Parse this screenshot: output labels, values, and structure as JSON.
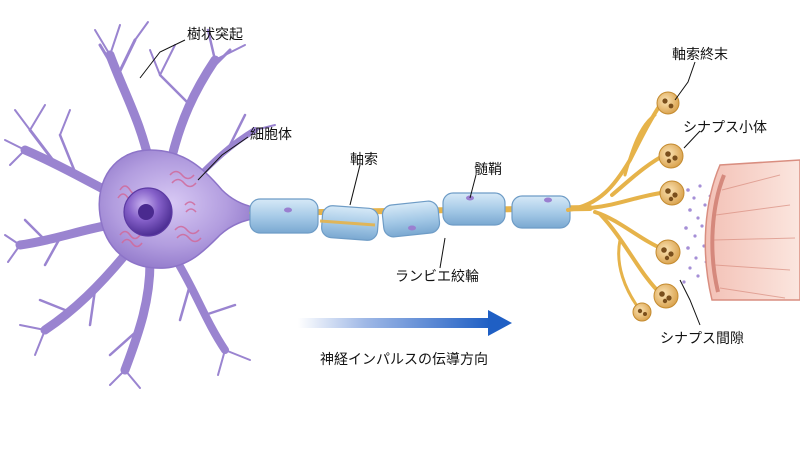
{
  "labels": {
    "dendrite": "樹状突起",
    "soma": "細胞体",
    "axon": "軸索",
    "myelin": "髄鞘",
    "node_of_ranvier": "ランビエ絞輪",
    "axon_terminal": "軸索終末",
    "synaptic_vesicle": "シナプス小体",
    "synaptic_cleft": "シナプス間隙",
    "signal_direction": "神経インパルスの伝導方向"
  },
  "colors": {
    "neuron": "#a58fd6",
    "nucleus": "#6e47b8",
    "myelin": "#a9cdea",
    "axon": "#e6b34a",
    "arrow": "#1f5fc4",
    "target_cell": "#e9a79a"
  }
}
